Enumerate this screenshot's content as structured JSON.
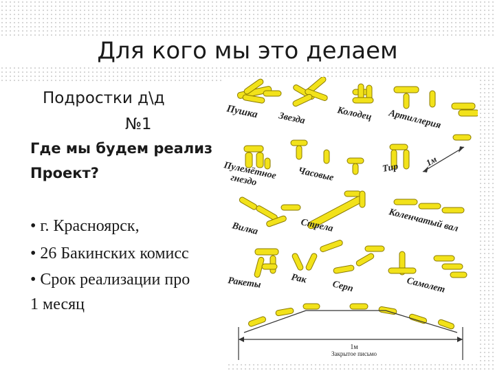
{
  "slide": {
    "title": "Для кого мы это делаем",
    "lines": [
      "Подростки д\\д",
      "№1",
      "Где мы будем реализ",
      "Проект?",
      "• г. Красноярск,",
      "• 26 Бакинских комисс",
      "• Срок реализации про",
      "1 месяц"
    ]
  },
  "figure": {
    "labels": {
      "pushka": "Пушка",
      "zvezda": "Звезда",
      "kolodec": "Колодец",
      "artilleriya": "Артиллерия",
      "pulemet": "Пулемётное",
      "gnezdo": "гнездо",
      "chasovye": "Часовые",
      "tir": "Тир",
      "one_m": "1м",
      "vilka": "Вилка",
      "strela": "Стрела",
      "kolenchatyi": "Коленчатый вал",
      "rakety": "Ракеты",
      "rak": "Рак",
      "serp": "Серп",
      "samolet": "Самолет",
      "bottom_one_m": "1м",
      "zakrytoe": "Закрытое письмо"
    },
    "accent_color": "#f2e21a",
    "stroke_color": "#8a7a00"
  }
}
